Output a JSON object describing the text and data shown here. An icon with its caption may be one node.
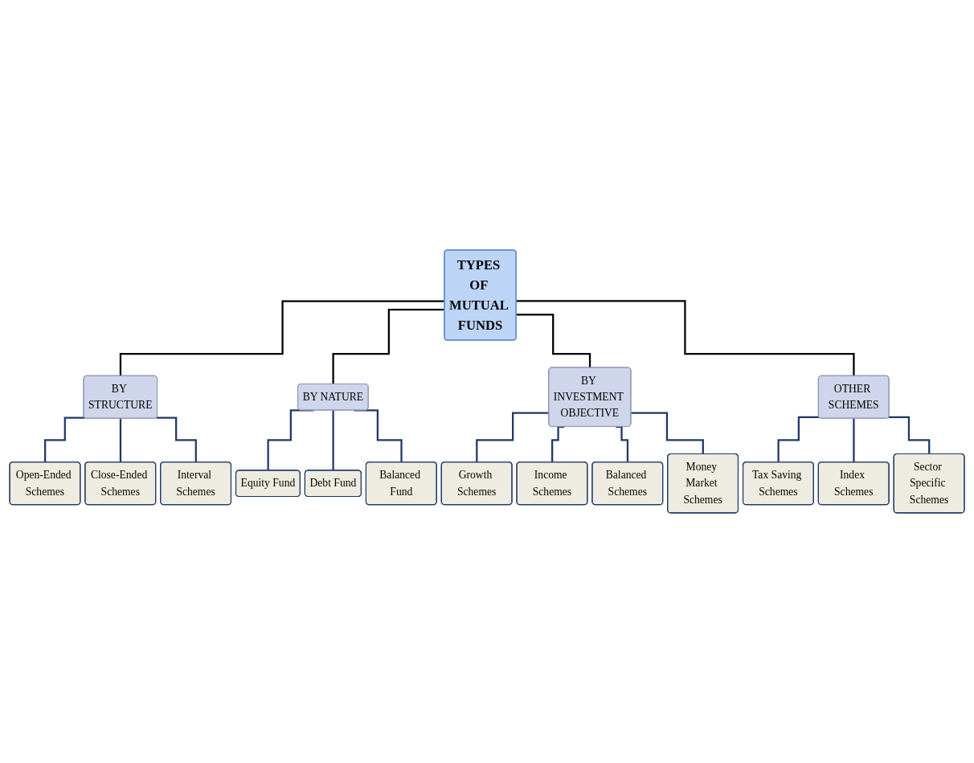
{
  "diagram": {
    "nodes": [
      {
        "text": [
          "TYPES OF MUTUAL FUNDS"
        ]
      },
      {
        "text": [
          "BY STRUCTURE"
        ]
      },
      {
        "text": [
          "BY NATURE"
        ]
      },
      {
        "text": [
          "BY INVESTMENT OBJECTIVE"
        ]
      },
      {
        "text": [
          "OTHER SCHEMES"
        ]
      },
      {
        "text": [
          "Open-Ended Schemes"
        ]
      },
      {
        "text": [
          "Close-Ended Schemes"
        ]
      },
      {
        "text": [
          "Interval Schemes"
        ]
      },
      {
        "text": [
          "Equity Fund"
        ]
      },
      {
        "text": [
          "Debt Fund"
        ]
      },
      {
        "text": [
          "Balanced Fund"
        ]
      },
      {
        "text": [
          "Growth Schemes"
        ]
      },
      {
        "text": [
          "Income Schemes"
        ]
      },
      {
        "text": [
          "Balanced Schemes"
        ]
      },
      {
        "text": [
          "Money Market Schemes"
        ]
      },
      {
        "text": [
          "Tax Saving Schemes"
        ]
      },
      {
        "text": [
          "Index Schemes"
        ]
      },
      {
        "text": [
          "Sector Specific Schemes"
        ]
      }
    ],
    "edges": [
      {
        "from": 0,
        "to": 1,
        "arrow": "none",
        "color": "#000000"
      },
      {
        "from": 0,
        "to": 2,
        "arrow": "none",
        "color": "#000000"
      },
      {
        "from": 0,
        "to": 3,
        "arrow": "none",
        "color": "#000000"
      },
      {
        "from": 0,
        "to": 4,
        "arrow": "none",
        "color": "#000000"
      },
      {
        "from": 1,
        "to": 5,
        "arrow": "none"
      },
      {
        "from": 1,
        "to": 6,
        "arrow": "none"
      },
      {
        "from": 1,
        "to": 7,
        "arrow": "none"
      },
      {
        "from": 2,
        "to": 8,
        "arrow": "none"
      },
      {
        "from": 2,
        "to": 9,
        "arrow": "none"
      },
      {
        "from": 2,
        "to": 10,
        "arrow": "none"
      },
      {
        "from": 3,
        "to": 11,
        "arrow": "none"
      },
      {
        "from": 3,
        "to": 12,
        "arrow": "none"
      },
      {
        "from": 3,
        "to": 13,
        "arrow": "none"
      },
      {
        "from": 3,
        "to": 14,
        "arrow": "none"
      },
      {
        "from": 4,
        "to": 15,
        "arrow": "none"
      },
      {
        "from": 4,
        "to": 16,
        "arrow": "none"
      },
      {
        "from": 4,
        "to": 17,
        "arrow": "none"
      }
    ]
  }
}
